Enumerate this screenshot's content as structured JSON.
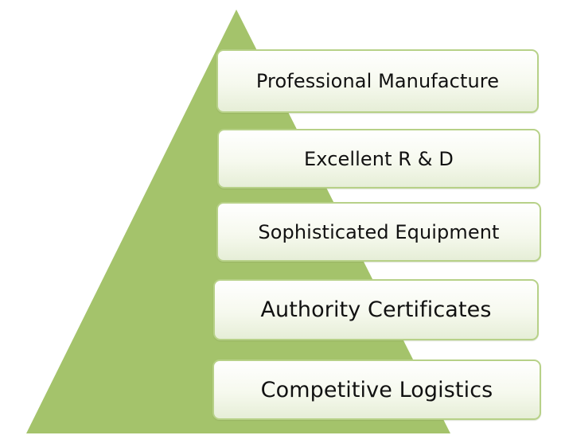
{
  "colors": {
    "pyramid_fill": "#a4c36b",
    "box_border": "#b7d188",
    "text": "#111111"
  },
  "tiers": [
    {
      "label": "Professional Manufacture"
    },
    {
      "label": "Excellent R & D"
    },
    {
      "label": "Sophisticated Equipment"
    },
    {
      "label": "Authority Certificates"
    },
    {
      "label": "Competitive Logistics"
    }
  ]
}
